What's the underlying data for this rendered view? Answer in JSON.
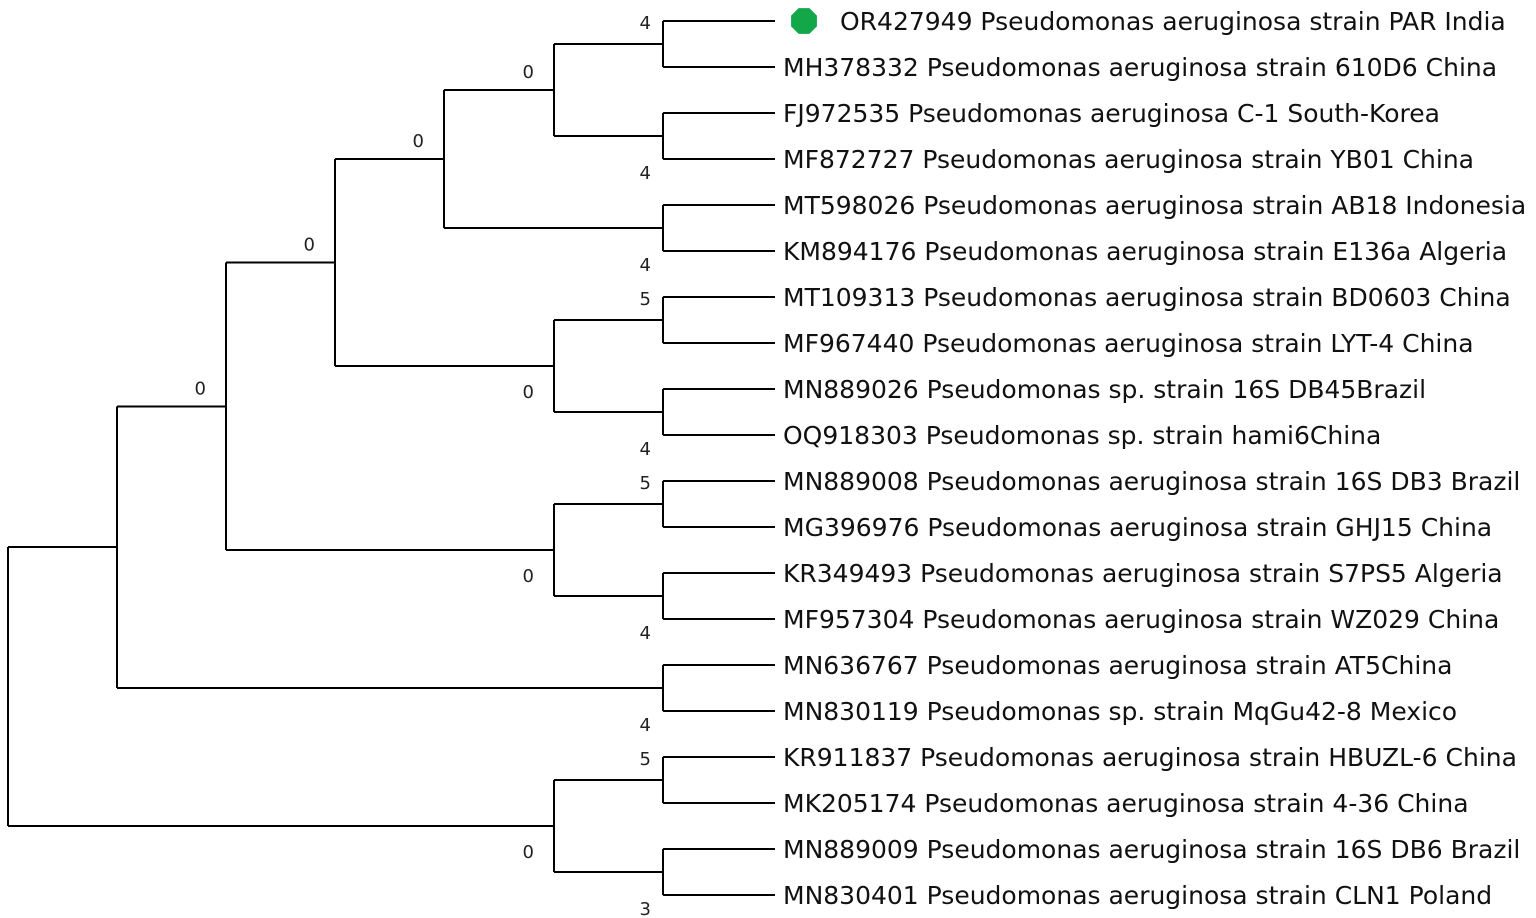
{
  "tree": {
    "marker_color": "#12a84a",
    "marker_shape": "octagon",
    "taxa": [
      {
        "id": "t1",
        "label": "OR427949 Pseudomonas aeruginosa strain PAR India",
        "marked": true
      },
      {
        "id": "t2",
        "label": "MH378332 Pseudomonas aeruginosa strain 610D6 China"
      },
      {
        "id": "t3",
        "label": "FJ972535 Pseudomonas aeruginosa C-1 South-Korea"
      },
      {
        "id": "t4",
        "label": "MF872727 Pseudomonas aeruginosa strain YB01 China"
      },
      {
        "id": "t5",
        "label": "MT598026 Pseudomonas aeruginosa strain AB18 Indonesia"
      },
      {
        "id": "t6",
        "label": "KM894176 Pseudomonas aeruginosa strain E136a Algeria"
      },
      {
        "id": "t7",
        "label": "MT109313 Pseudomonas aeruginosa strain BD0603 China"
      },
      {
        "id": "t8",
        "label": "MF967440 Pseudomonas aeruginosa strain LYT-4 China"
      },
      {
        "id": "t9",
        "label": "MN889026 Pseudomonas sp. strain 16S DB45Brazil"
      },
      {
        "id": "t10",
        "label": "OQ918303 Pseudomonas sp. strain hami6China"
      },
      {
        "id": "t11",
        "label": "MN889008 Pseudomonas aeruginosa strain 16S DB3 Brazil"
      },
      {
        "id": "t12",
        "label": "MG396976 Pseudomonas aeruginosa strain GHJ15 China"
      },
      {
        "id": "t13",
        "label": "KR349493 Pseudomonas aeruginosa strain S7PS5 Algeria"
      },
      {
        "id": "t14",
        "label": "MF957304 Pseudomonas aeruginosa strain WZ029 China"
      },
      {
        "id": "t15",
        "label": "MN636767 Pseudomonas aeruginosa strain AT5China"
      },
      {
        "id": "t16",
        "label": "MN830119 Pseudomonas sp. strain MqGu42-8 Mexico"
      },
      {
        "id": "t17",
        "label": "KR911837 Pseudomonas aeruginosa strain HBUZL-6 China"
      },
      {
        "id": "t18",
        "label": "MK205174 Pseudomonas aeruginosa strain 4-36 China"
      },
      {
        "id": "t19",
        "label": "MN889009 Pseudomonas aeruginosa strain 16S DB6 Brazil"
      },
      {
        "id": "t20",
        "label": "MN830401 Pseudomonas aeruginosa strain CLN1 Poland"
      }
    ],
    "clades": [
      {
        "id": "A",
        "support": "4",
        "children": [
          "t1",
          "t2"
        ]
      },
      {
        "id": "B",
        "support": "4",
        "children": [
          "t3",
          "t4"
        ]
      },
      {
        "id": "C",
        "support": "0",
        "children": [
          "A",
          "B"
        ]
      },
      {
        "id": "D",
        "support": "4",
        "children": [
          "t5",
          "t6"
        ]
      },
      {
        "id": "E",
        "support": "0",
        "children": [
          "C",
          "D"
        ]
      },
      {
        "id": "F",
        "support": "5",
        "children": [
          "t7",
          "t8"
        ]
      },
      {
        "id": "G",
        "support": "4",
        "children": [
          "t9",
          "t10"
        ]
      },
      {
        "id": "H",
        "support": "0",
        "children": [
          "F",
          "G"
        ]
      },
      {
        "id": "I",
        "support": "0",
        "children": [
          "E",
          "H"
        ]
      },
      {
        "id": "J",
        "support": "5",
        "children": [
          "t11",
          "t12"
        ]
      },
      {
        "id": "K",
        "support": "4",
        "children": [
          "t13",
          "t14"
        ]
      },
      {
        "id": "L",
        "support": "0",
        "children": [
          "J",
          "K"
        ]
      },
      {
        "id": "M",
        "support": "0",
        "children": [
          "I",
          "L"
        ]
      },
      {
        "id": "N",
        "support": "4",
        "children": [
          "t15",
          "t16"
        ]
      },
      {
        "id": "O",
        "support": "",
        "children": [
          "M",
          "N"
        ]
      },
      {
        "id": "P",
        "support": "5",
        "children": [
          "t17",
          "t18"
        ]
      },
      {
        "id": "Q",
        "support": "3",
        "children": [
          "t19",
          "t20"
        ]
      },
      {
        "id": "R",
        "support": "0",
        "children": [
          "P",
          "Q"
        ]
      },
      {
        "id": "ROOT",
        "support": "",
        "children": [
          "O",
          "R"
        ]
      }
    ]
  }
}
